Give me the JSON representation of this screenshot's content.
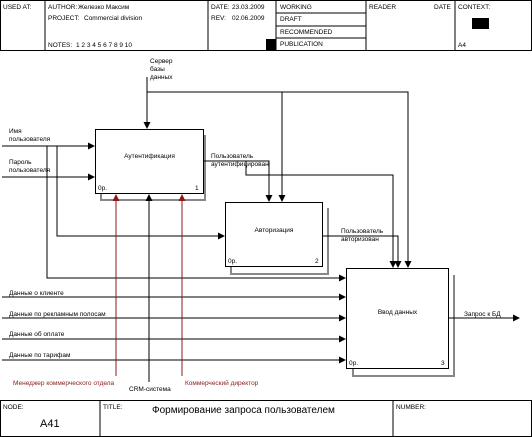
{
  "header": {
    "used_at_label": "USED AT:",
    "author_label": "AUTHOR:",
    "author_value": "Железко Максим",
    "project_label": "PROJECT:",
    "project_value": "Commercial division",
    "notes_label": "NOTES:",
    "notes_value": "1  2  3  4  5  6  7  8  9  10",
    "date_label": "DATE:",
    "date_value": "23.03.2009",
    "rev_label": "REV:",
    "rev_value": "02.06.2009",
    "status": [
      "WORKING",
      "DRAFT",
      "RECOMMENDED",
      "PUBLICATION"
    ],
    "reader_label": "READER",
    "reader_date_label": "DATE",
    "context_label": "CONTEXT:",
    "context_node": "A4"
  },
  "boxes": [
    {
      "name": "Аутентификация",
      "cost": "0р.",
      "number": "1"
    },
    {
      "name": "Авторизация",
      "cost": "0р.",
      "number": "2"
    },
    {
      "name": "Ввод данных",
      "cost": "0р.",
      "number": "3"
    }
  ],
  "arrows": {
    "db_server": [
      "Сервер",
      "базы",
      "данных"
    ],
    "username": [
      "Имя",
      "пользователя"
    ],
    "password": [
      "Пароль",
      "пользователя"
    ],
    "authenticated_user": [
      "Пользователь",
      "аутентифицирован"
    ],
    "authorized_user": [
      "Пользователь",
      "авторизован"
    ],
    "client_data": "Данные о клиенте",
    "ad_strip_data": "Данные по рекламным полосам",
    "payment_data": "Данные об оплате",
    "tariff_data": "Данные по тарифам",
    "db_request": "Запрос к БД",
    "commercial_manager": "Менеджер коммерческого отдела",
    "crm_system": "CRM-система",
    "commercial_director": "Коммерческий директор"
  },
  "footer": {
    "node_label": "NODE:",
    "node_value": "A41",
    "title_label": "TITLE:",
    "title_value": "Формирование запроса пользователем",
    "number_label": "NUMBER:"
  },
  "colors": {
    "mechanism_arrow": "#8b1a1a",
    "line": "#000000"
  }
}
